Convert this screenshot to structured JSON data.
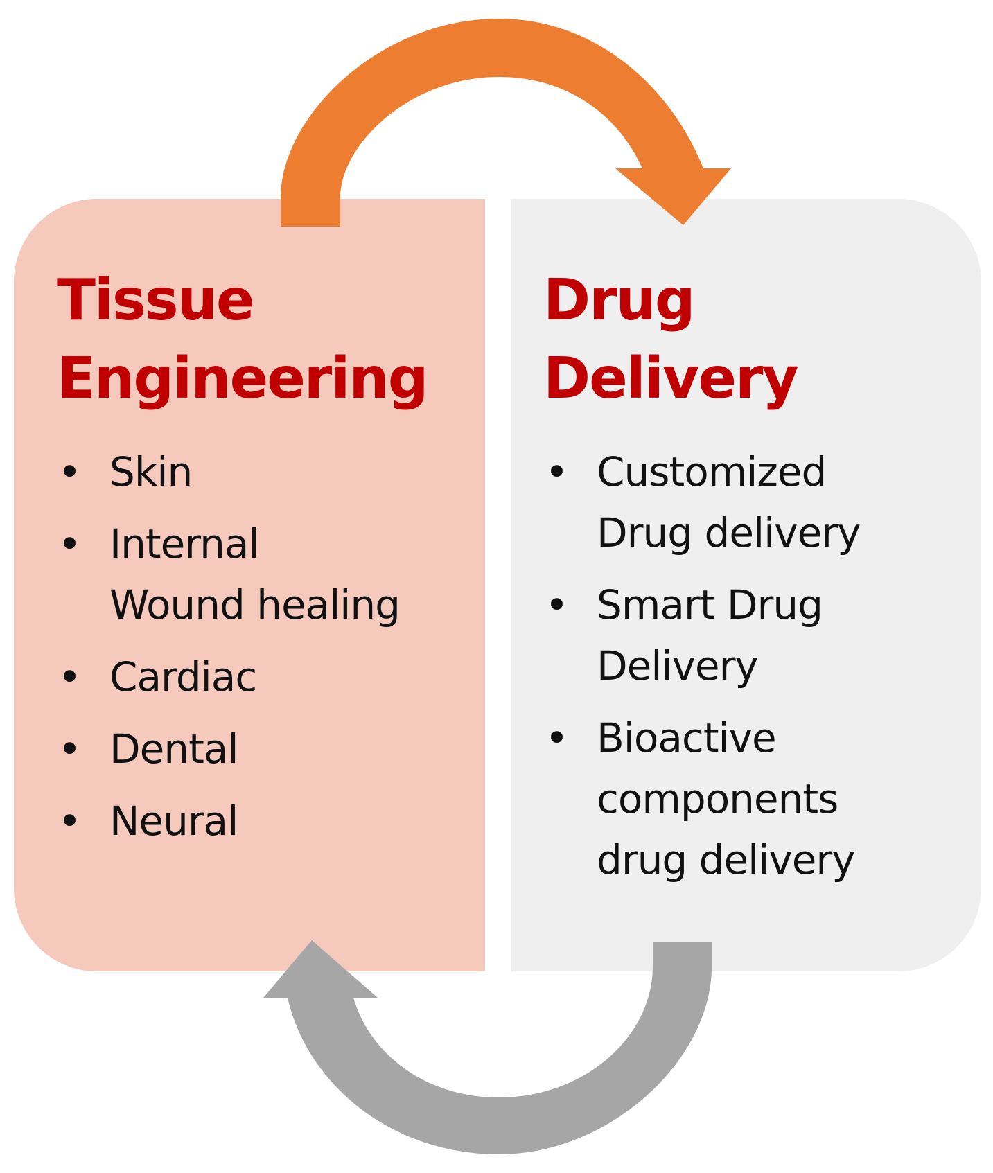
{
  "colors": {
    "left_panel_bg": "#f6c9bd",
    "right_panel_bg": "#efefef",
    "title_red": "#c00000",
    "arrow_top": "#ed7d31",
    "arrow_bottom": "#a6a6a6"
  },
  "left": {
    "title_line1": "Tissue",
    "title_line2": "Engineering",
    "items": [
      {
        "lines": [
          "Skin"
        ]
      },
      {
        "lines": [
          "Internal",
          "Wound healing"
        ]
      },
      {
        "lines": [
          "Cardiac"
        ]
      },
      {
        "lines": [
          "Dental"
        ]
      },
      {
        "lines": [
          "Neural"
        ]
      }
    ]
  },
  "right": {
    "title_line1": "Drug",
    "title_line2": "Delivery",
    "items": [
      {
        "lines": [
          "Customized",
          "Drug delivery"
        ]
      },
      {
        "lines": [
          "Smart Drug",
          "Delivery"
        ]
      },
      {
        "lines": [
          "Bioactive",
          "components",
          "drug delivery"
        ]
      }
    ]
  },
  "bullet": "•"
}
